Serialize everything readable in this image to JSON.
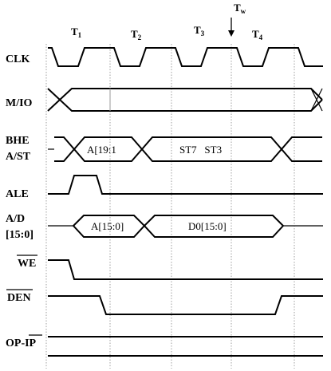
{
  "cycles": [
    {
      "main": "T",
      "sub": "1"
    },
    {
      "main": "T",
      "sub": "2"
    },
    {
      "main": "T",
      "sub": "3"
    },
    {
      "main": "T",
      "sub": "4"
    }
  ],
  "wait_state": {
    "main": "T",
    "sub": "w"
  },
  "signals": {
    "clk": "CLK",
    "mio": "M/IO",
    "bhe": "BHE",
    "ast": "A/ST",
    "ale": "ALE",
    "ad1": "A/D",
    "ad2": "[15:0]",
    "we": "WE",
    "den": "DEN",
    "opip_a": "OP-",
    "opip_b": "IP"
  },
  "bus_values": {
    "bhe_addr": "A[19:1",
    "bhe_status": "ST7   ST3",
    "ad_addr": "A[15:0]",
    "ad_data": "D0[15:0]"
  }
}
